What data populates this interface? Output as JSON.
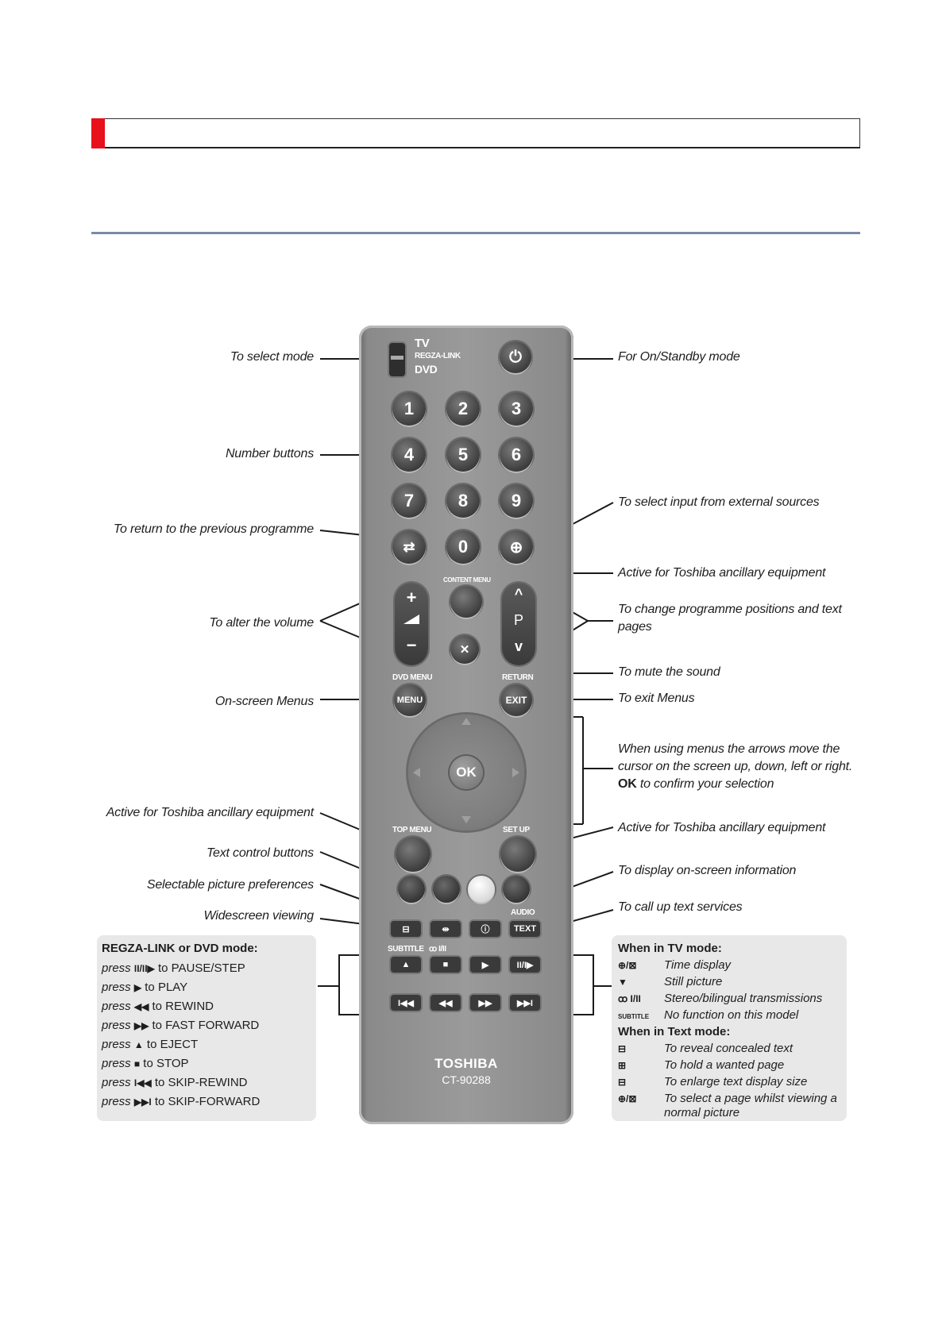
{
  "labels_left": [
    "To select mode",
    "Number buttons",
    "To return to the previous programme",
    "To alter the volume",
    "On-screen Menus",
    "Active for Toshiba ancillary equipment",
    "Text control buttons",
    "Selectable picture preferences",
    "Widescreen viewing"
  ],
  "labels_right": [
    "For On/Standby mode",
    "To select input from external sources",
    "Active for Toshiba ancillary equipment",
    "To change programme positions and text pages",
    "To mute the sound",
    "To exit Menus",
    "When using menus the arrows move the cursor on the screen up, down, left or right.",
    "OK",
    "to confirm your selection",
    "Active for Toshiba ancillary equipment",
    "To display on-screen information",
    "To call up text services"
  ],
  "remote": {
    "mode_switch": [
      "TV",
      "REGZA-LINK",
      "DVD"
    ],
    "power_symbol": "⏻",
    "numbers": [
      "1",
      "2",
      "3",
      "4",
      "5",
      "6",
      "7",
      "8",
      "9",
      "0"
    ],
    "return_symbol": "⇄",
    "input_symbol": "⊕",
    "content_menu": "CONTENT MENU",
    "vol_plus": "+",
    "vol_minus": "−",
    "prog_up": "^",
    "prog_label": "P",
    "prog_down": "v",
    "mute_symbol": "✕",
    "dvd_menu": "DVD MENU",
    "menu": "MENU",
    "return": "RETURN",
    "exit": "EXIT",
    "ok": "OK",
    "top_menu": "TOP MENU",
    "set_up": "SET UP",
    "audio": "AUDIO",
    "text": "TEXT",
    "subtitle": "SUBTITLE",
    "stereo": "ꝏ I/II",
    "brand": "TOSHIBA",
    "model": "CT-90288"
  },
  "regza_box": {
    "title": "REGZA-LINK or DVD mode:",
    "lines": [
      {
        "press": "press",
        "sym": "II/II▶",
        "text": "to PAUSE/STEP"
      },
      {
        "press": "press",
        "sym": "▶",
        "text": "to PLAY"
      },
      {
        "press": "press",
        "sym": "◀◀",
        "text": "to REWIND"
      },
      {
        "press": "press",
        "sym": "▶▶",
        "text": "to FAST FORWARD"
      },
      {
        "press": "press",
        "sym": "▲",
        "text": "to EJECT"
      },
      {
        "press": "press",
        "sym": "■",
        "text": "to STOP"
      },
      {
        "press": "press",
        "sym": "I◀◀",
        "text": "to SKIP-REWIND"
      },
      {
        "press": "press",
        "sym": "▶▶I",
        "text": "to SKIP-FORWARD"
      }
    ]
  },
  "tv_box": {
    "tv_title": "When in TV mode:",
    "tv_lines": [
      {
        "sym": "⊕/⊠",
        "text": "Time display"
      },
      {
        "sym": "▼",
        "text": "Still picture"
      },
      {
        "sym": "ꝏ I/II",
        "text": "Stereo/bilingual transmissions"
      },
      {
        "sym": "SUBTITLE",
        "text": "No function on this model"
      }
    ],
    "text_title": "When in Text mode:",
    "text_lines": [
      {
        "sym": "⊟",
        "text": "To reveal concealed text"
      },
      {
        "sym": "⊞",
        "text": "To hold a wanted page"
      },
      {
        "sym": "⊟",
        "text": "To enlarge text display size"
      },
      {
        "sym": "⊕/⊠",
        "text": "To select a page whilst viewing a"
      },
      {
        "sym": "",
        "text": "normal picture"
      }
    ]
  }
}
